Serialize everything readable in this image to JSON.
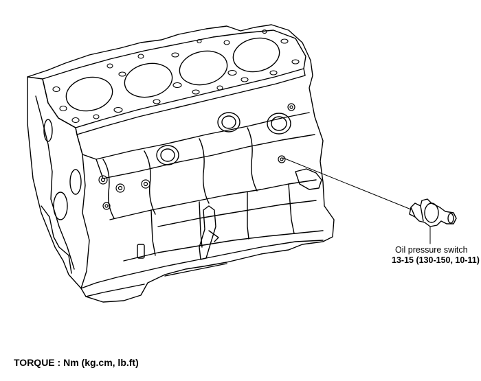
{
  "callouts": [
    {
      "part": "Oil pressure switch",
      "torque": "13-15 (130-150, 10-11)"
    }
  ],
  "footer": {
    "torque_units": "TORQUE : Nm (kg.cm, lb.ft)"
  },
  "colors": {
    "line": "#000000",
    "background": "#ffffff"
  }
}
